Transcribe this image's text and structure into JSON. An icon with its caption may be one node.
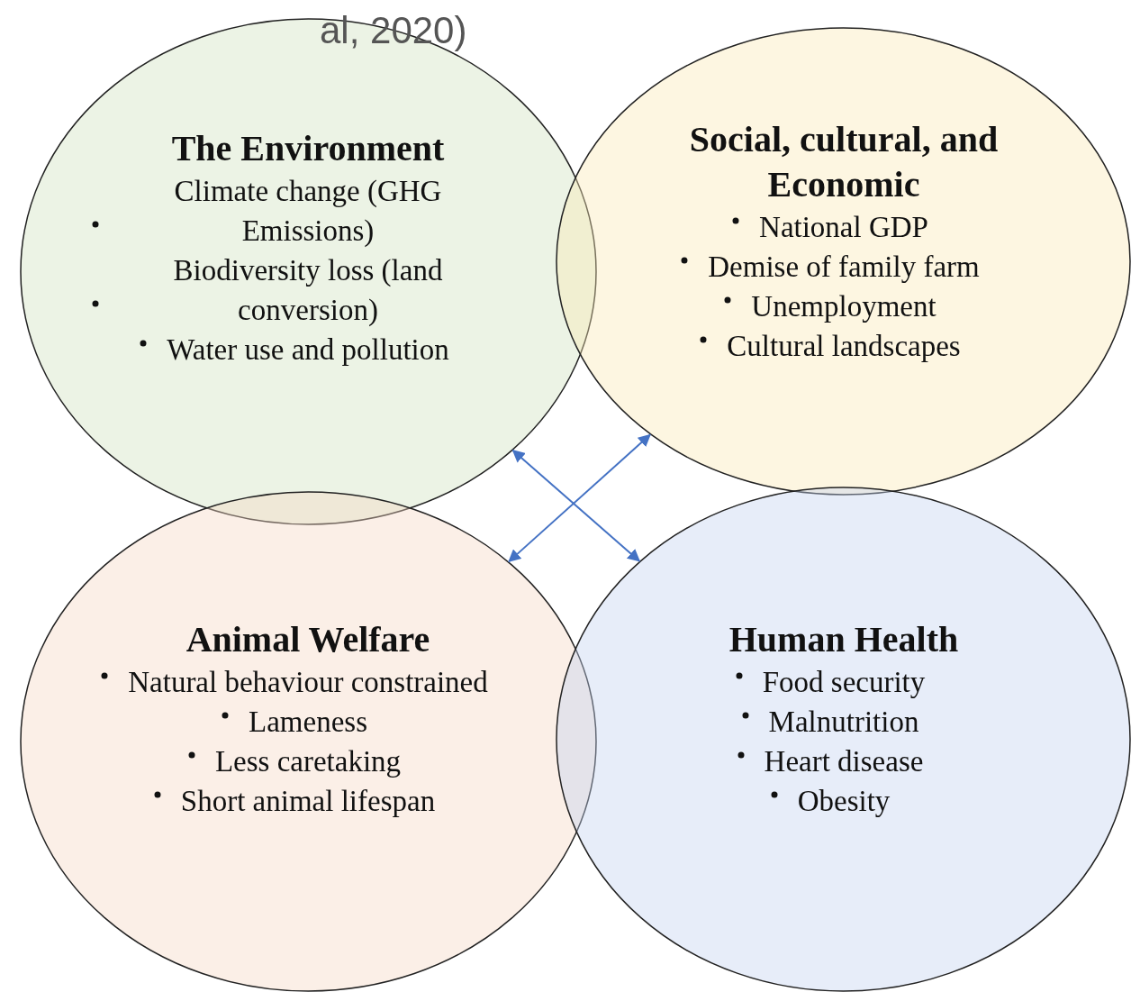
{
  "diagram": {
    "nodes": [
      {
        "text": [
          "The Environment",
          "Climate change (GHG Emissions)",
          "Biodiversity loss (land conversion)",
          "Water use and pollution"
        ]
      },
      {
        "text": [
          "Social, cultural, and Economic",
          "National GDP",
          "Demise of family farm",
          "Unemployment",
          "Cultural landscapes"
        ]
      },
      {
        "text": [
          "Animal Welfare",
          "Natural behaviour constrained",
          "Lameness",
          "Less caretaking",
          "Short animal lifespan"
        ]
      },
      {
        "text": [
          "Human Health",
          "Food security",
          "Malnutrition",
          "Heart disease",
          "Obesity"
        ]
      }
    ],
    "edges": [
      {
        "from": 0,
        "to": 3,
        "arrow": "both"
      },
      {
        "from": 1,
        "to": 2,
        "arrow": "both"
      }
    ],
    "labels": [
      "al, 2020)"
    ]
  }
}
